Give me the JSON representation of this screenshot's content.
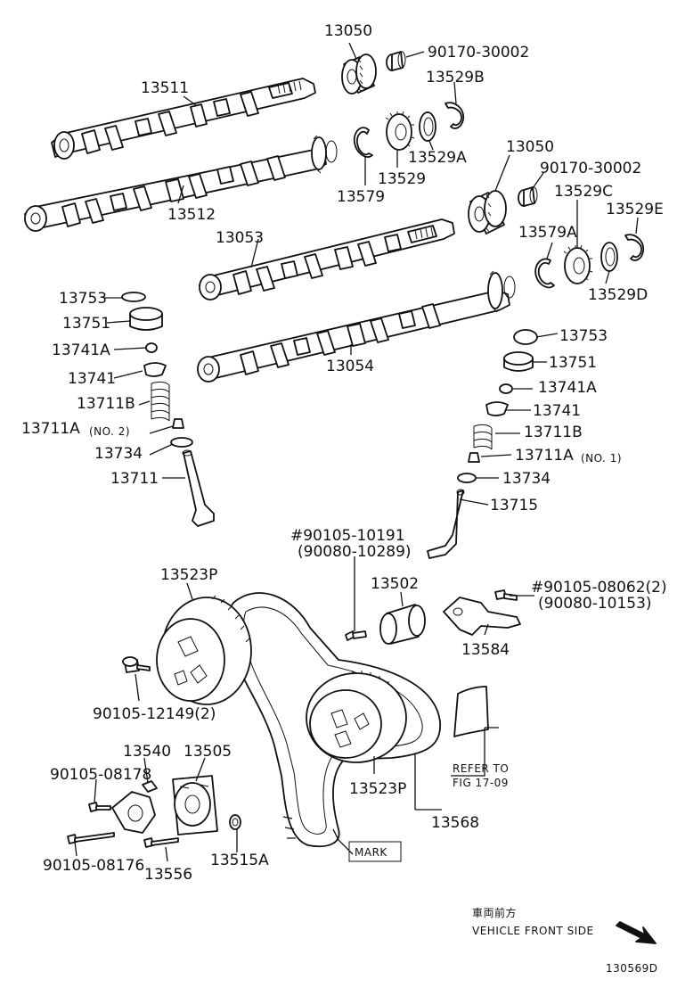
{
  "diagram": {
    "figure_id": "130569D",
    "front_label": {
      "jp": "車両前方",
      "en": "VEHICLE FRONT SIDE"
    },
    "refer_note": [
      "REFER TO",
      "FIG 17-09"
    ],
    "mark_label": "MARK",
    "labels": {
      "l13050a": "13050",
      "l9017030002a": "90170-30002",
      "l13529b": "13529B",
      "l13511": "13511",
      "l13529a": "13529A",
      "l13529": "13529",
      "l13579": "13579",
      "l13512": "13512",
      "l13050b": "13050",
      "l9017030002b": "90170-30002",
      "l13529c": "13529C",
      "l13529e": "13529E",
      "l13579a": "13579A",
      "l13053": "13053",
      "l13529d": "13529D",
      "l13753a": "13753",
      "l13751a": "13751",
      "l13741aa": "13741A",
      "l13741a": "13741",
      "l13711ba": "13711B",
      "l13711aa": "13711A",
      "l13711aa_note": "(NO. 2)",
      "l13734a": "13734",
      "l13711": "13711",
      "l13054": "13054",
      "l13753b": "13753",
      "l13751b": "13751",
      "l13741ab": "13741A",
      "l13741b": "13741",
      "l13711bb": "13711B",
      "l13711ab": "13711A",
      "l13711ab_note": "(NO. 1)",
      "l13734b": "13734",
      "l13715": "13715",
      "l9010510191": "#90105-10191",
      "l9008010289": "(90080-10289)",
      "l13523p_a": "13523P",
      "l13502": "13502",
      "l9010508062": "#90105-08062(2)",
      "l9008010153": "(90080-10153)",
      "l13584": "13584",
      "l9010512149": "90105-12149(2)",
      "l13540": "13540",
      "l13505": "13505",
      "l9010508178": "90105-08178",
      "l13523p_b": "13523P",
      "l13568": "13568",
      "l9010508176": "90105-08176",
      "l13556": "13556",
      "l13515a": "13515A"
    }
  }
}
